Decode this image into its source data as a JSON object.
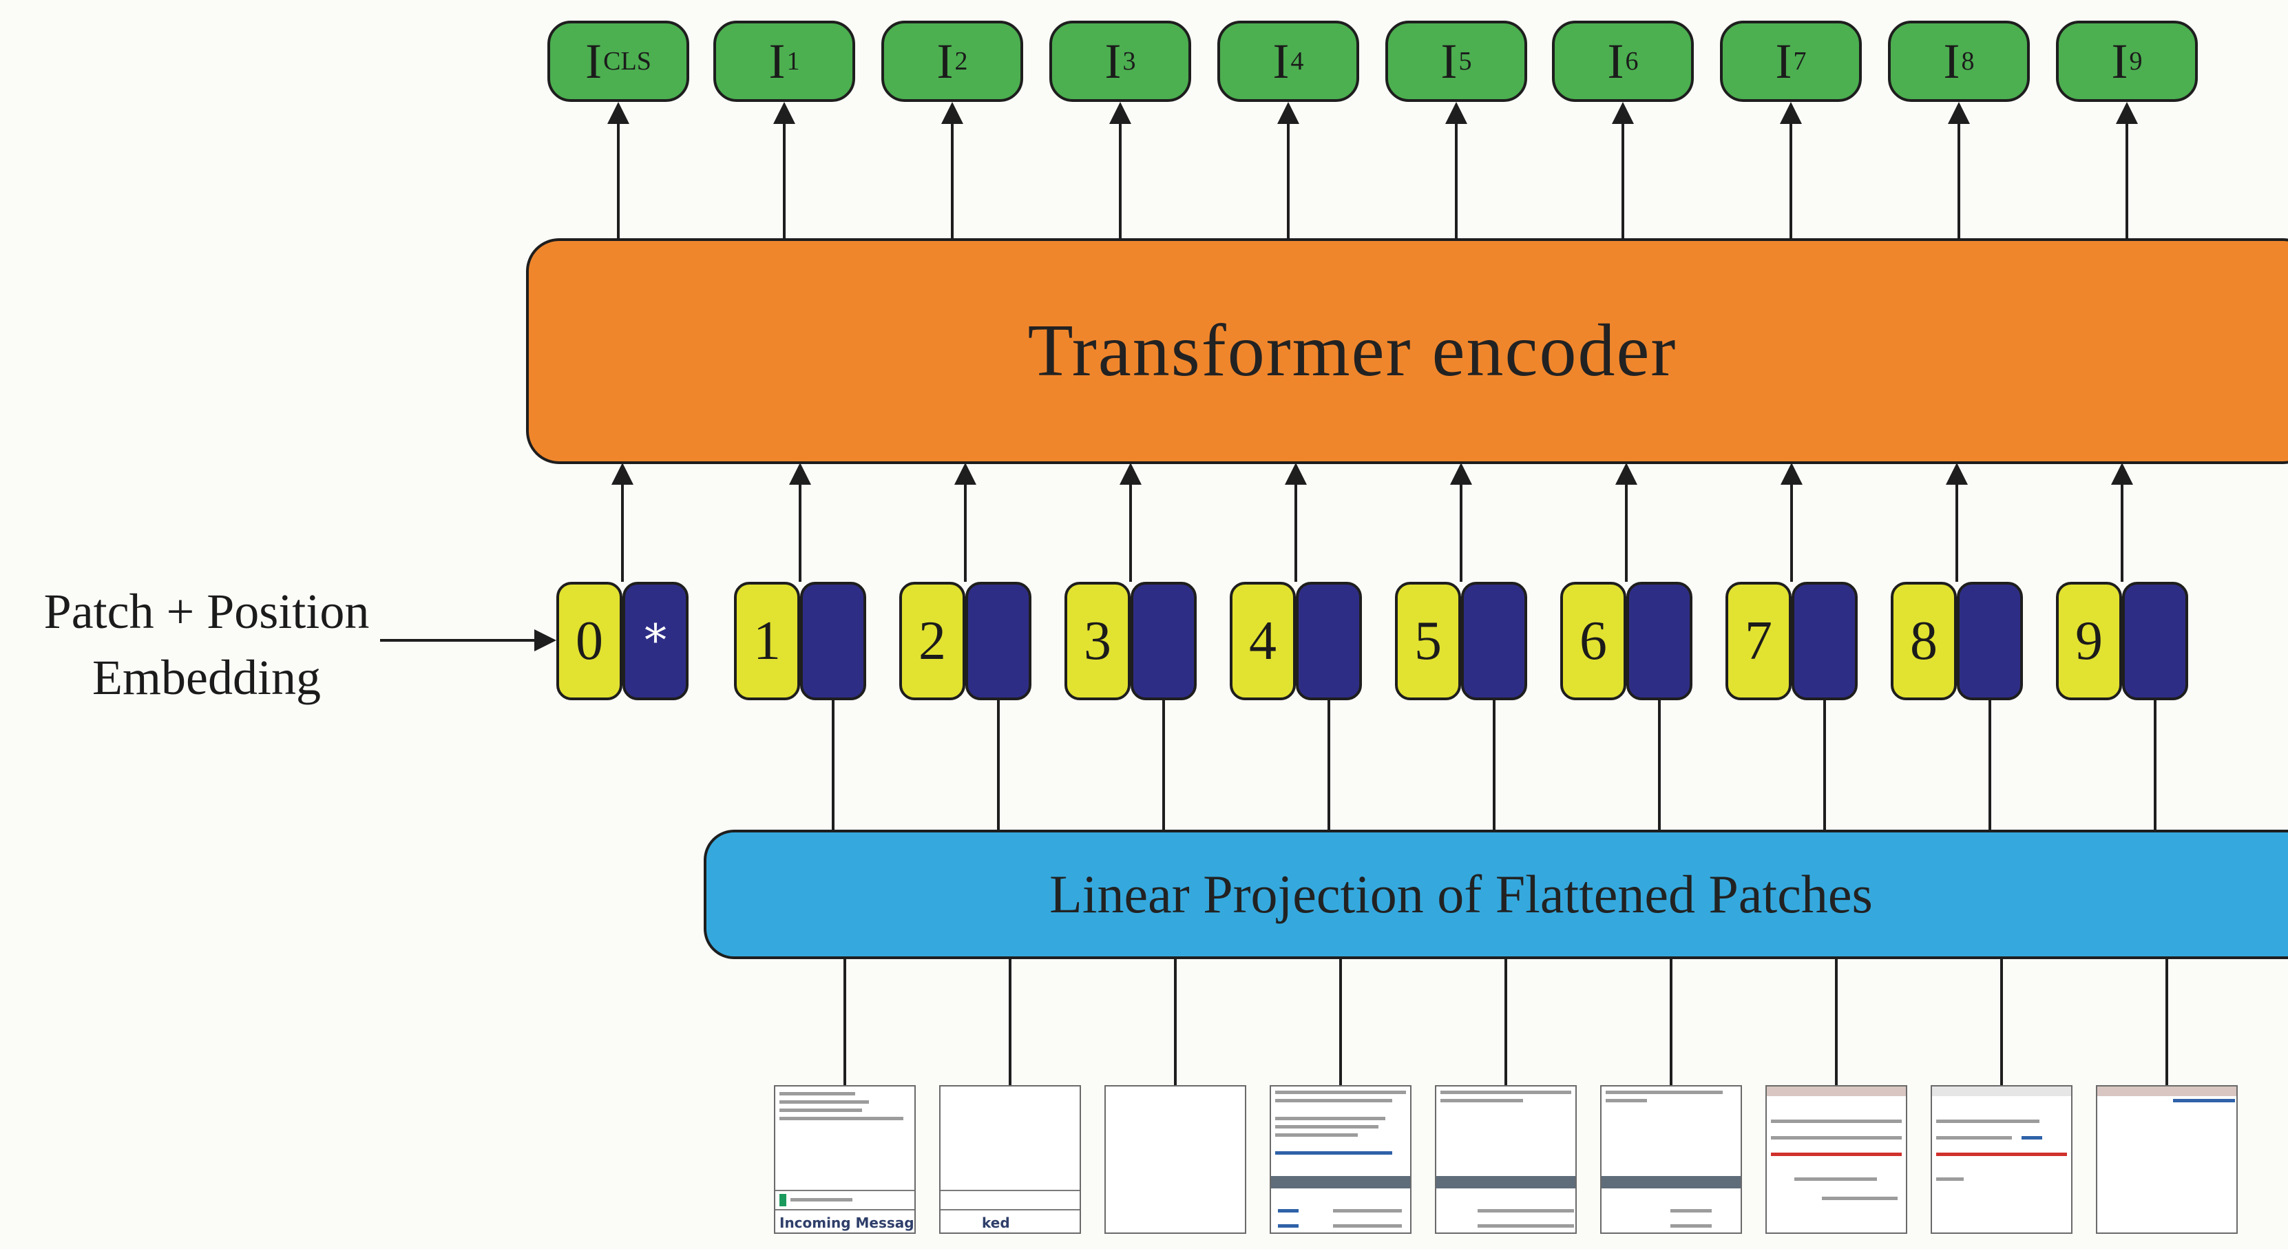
{
  "outputs": [
    {
      "base": "I",
      "sub": "CLS"
    },
    {
      "base": "I",
      "sub": "1"
    },
    {
      "base": "I",
      "sub": "2"
    },
    {
      "base": "I",
      "sub": "3"
    },
    {
      "base": "I",
      "sub": "4"
    },
    {
      "base": "I",
      "sub": "5"
    },
    {
      "base": "I",
      "sub": "6"
    },
    {
      "base": "I",
      "sub": "7"
    },
    {
      "base": "I",
      "sub": "8"
    },
    {
      "base": "I",
      "sub": "9"
    }
  ],
  "encoder": {
    "label": "Transformer encoder"
  },
  "embedding": {
    "label_line1": "Patch + Position",
    "label_line2": "Embedding"
  },
  "tokens": [
    {
      "num": "0",
      "pos_mark": "*"
    },
    {
      "num": "1",
      "pos_mark": ""
    },
    {
      "num": "2",
      "pos_mark": ""
    },
    {
      "num": "3",
      "pos_mark": ""
    },
    {
      "num": "4",
      "pos_mark": ""
    },
    {
      "num": "5",
      "pos_mark": ""
    },
    {
      "num": "6",
      "pos_mark": ""
    },
    {
      "num": "7",
      "pos_mark": ""
    },
    {
      "num": "8",
      "pos_mark": ""
    },
    {
      "num": "9",
      "pos_mark": ""
    }
  ],
  "projection": {
    "label": "Linear Projection of Flattened Patches"
  },
  "patches": [
    {
      "caption": "Incoming Messages"
    },
    {
      "caption": ""
    },
    {
      "caption": ""
    },
    {
      "caption": ""
    },
    {
      "caption": ""
    },
    {
      "caption": ""
    },
    {
      "caption": ""
    },
    {
      "caption": ""
    },
    {
      "caption": ""
    }
  ],
  "colors": {
    "output_green": "#4caf50",
    "encoder_orange": "#f0862c",
    "projection_blue": "#35a9de",
    "token_yellow": "#e2e231",
    "position_navy": "#2e2d86"
  }
}
